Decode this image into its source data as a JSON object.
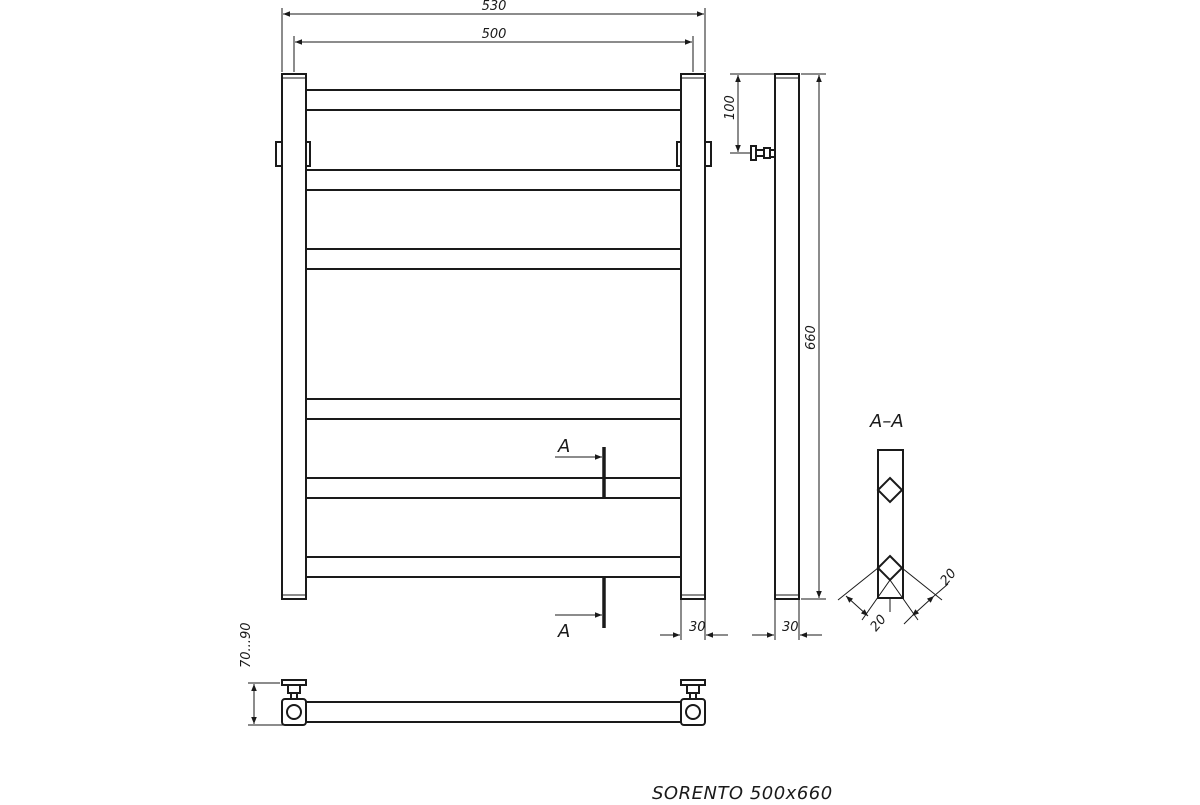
{
  "drawing": {
    "title": "SORENTO 500x660",
    "section_label": "A–A",
    "cut_label": "A"
  },
  "dimensions": {
    "overall_width": "530",
    "rail_width": "500",
    "bracket_offset": "100",
    "overall_height": "660",
    "front_riser_depth": "30",
    "side_riser_depth": "30",
    "wall_distance": "70...90",
    "section_side_a": "20",
    "section_side_b": "20"
  }
}
